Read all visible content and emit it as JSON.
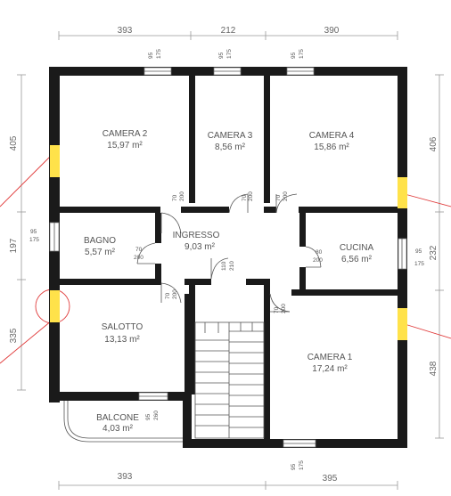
{
  "rooms": [
    {
      "id": "camera2",
      "name": "CAMERA 2",
      "area": "15,97 m²"
    },
    {
      "id": "camera3",
      "name": "CAMERA 3",
      "area": "8,56 m²"
    },
    {
      "id": "camera4",
      "name": "CAMERA 4",
      "area": "15,86 m²"
    },
    {
      "id": "bagno",
      "name": "BAGNO",
      "area": "5,57 m²"
    },
    {
      "id": "ingresso",
      "name": "INGRESSO",
      "area": "9,03 m²"
    },
    {
      "id": "cucina",
      "name": "CUCINA",
      "area": "6,56 m²"
    },
    {
      "id": "salotto",
      "name": "SALOTTO",
      "area": "13,13 m²"
    },
    {
      "id": "camera1",
      "name": "CAMERA 1",
      "area": "17,24 m²"
    },
    {
      "id": "balcone",
      "name": "BALCONE",
      "area": "4,03 m²"
    }
  ],
  "dimensions": {
    "top": [
      "393",
      "212",
      "390"
    ],
    "bottom": [
      "393",
      "395"
    ],
    "left": [
      "405",
      "197",
      "335"
    ],
    "right": [
      "406",
      "232",
      "438"
    ]
  },
  "openings": {
    "window_95": "95",
    "window_175": "175",
    "door_70": "70",
    "door_200": "200",
    "door_80": "80",
    "door_110": "110",
    "door_210": "210",
    "balcony_95": "95",
    "balcony_260": "260"
  }
}
